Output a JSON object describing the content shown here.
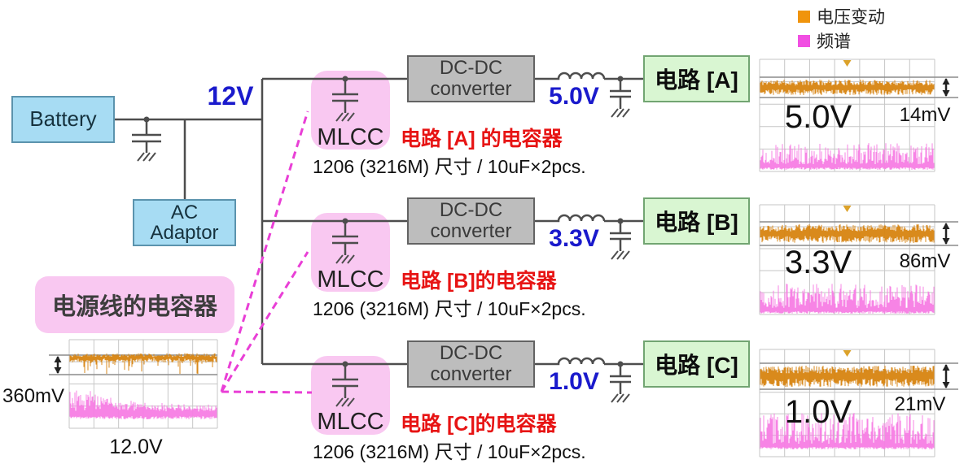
{
  "legend": {
    "items": [
      {
        "label": "电压变动",
        "color": "#f0940c",
        "icon": "orange-swatch"
      },
      {
        "label": "频谱",
        "color": "#f14fe2",
        "icon": "pink-swatch"
      }
    ]
  },
  "source": {
    "battery_label": "Battery",
    "ac_adaptor_label": "AC Adaptor",
    "bus_voltage": "12V"
  },
  "input_section": {
    "title": "电源线的电容器",
    "scope": {
      "ripple": "360mV",
      "voltage": "12.0V"
    }
  },
  "rails": [
    {
      "name": "A",
      "converter_label": "DC-DC converter",
      "rail_voltage": "5.0V",
      "circuit_label": "电路 [A]",
      "mlcc_label": "MLCC",
      "cap_title": "电路 [A] 的电容器",
      "cap_spec": "1206 (3216M) 尺寸 / 10uF×2pcs.",
      "scope": {
        "voltage": "5.0V",
        "ripple": "14mV"
      }
    },
    {
      "name": "B",
      "converter_label": "DC-DC converter",
      "rail_voltage": "3.3V",
      "circuit_label": "电路 [B]",
      "mlcc_label": "MLCC",
      "cap_title": "电路 [B]的电容器",
      "cap_spec": "1206 (3216M) 尺寸 / 10uF×2pcs.",
      "scope": {
        "voltage": "3.3V",
        "ripple": "86mV"
      }
    },
    {
      "name": "C",
      "converter_label": "DC-DC converter",
      "rail_voltage": "1.0V",
      "circuit_label": "电路 [C]",
      "mlcc_label": "MLCC",
      "cap_title": "电路 [C]的电容器",
      "cap_spec": "1206 (3216M) 尺寸 / 10uF×2pcs.",
      "scope": {
        "voltage": "1.0V",
        "ripple": "21mV"
      }
    }
  ],
  "colors": {
    "wire": "#4d4d4d",
    "box_blue": "#a7dcf3",
    "box_gray": "#bdbdbd",
    "box_green": "#d9f6d2",
    "box_pink": "#f9c8f1",
    "accent_red": "#e71414",
    "accent_blue": "#1a1acc",
    "dashed_magenta": "#e93fd6",
    "trace_orange": "#d78410",
    "trace_pink": "#f77de4",
    "scope_grid": "#c6c6c6",
    "cursor_line": "#8c8c8c"
  }
}
